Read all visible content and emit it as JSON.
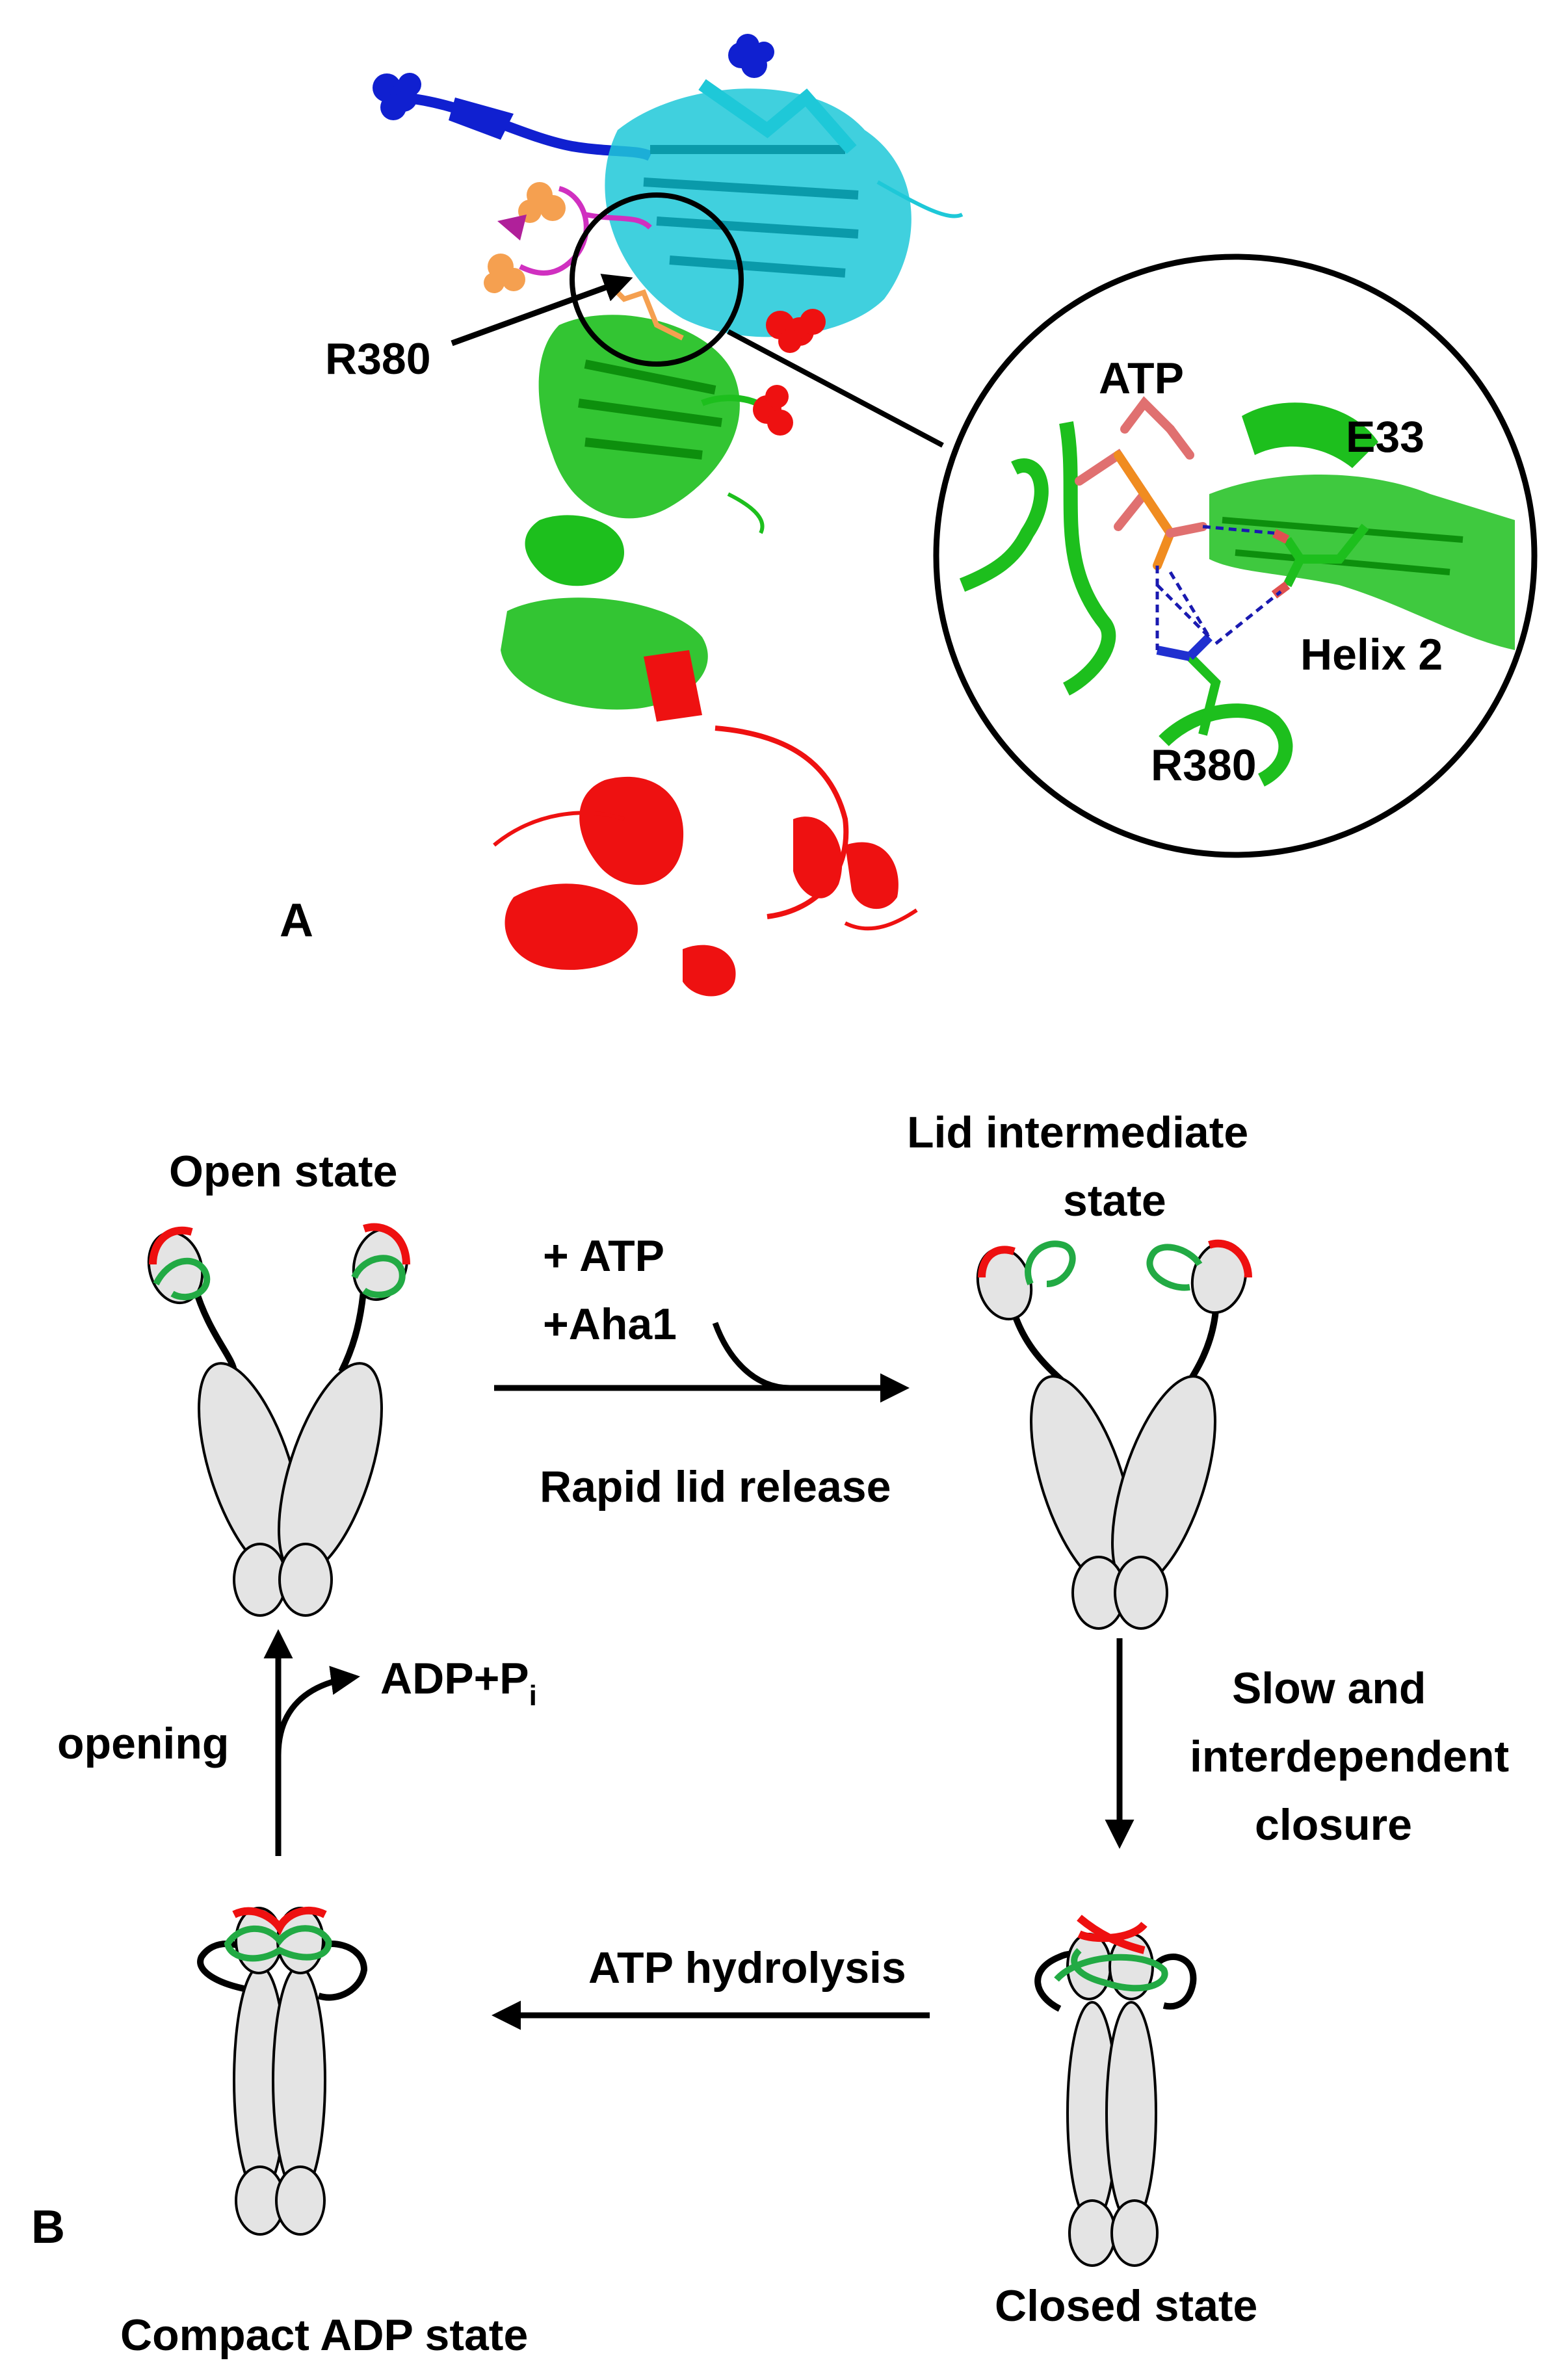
{
  "panel_a": {
    "label": "A",
    "residue_label": "R380",
    "inset": {
      "atp_label": "ATP",
      "glu_label": "E33",
      "helix_label": "Helix 2",
      "arg_label": "R380"
    }
  },
  "panel_b": {
    "label": "B",
    "states": {
      "open": "Open state",
      "lid_line1": "Lid intermediate",
      "lid_line2": "state",
      "closed": "Closed state",
      "compact": "Compact ADP state"
    },
    "transitions": {
      "atp_add": "+ ATP",
      "aha1_add": "+Aha1",
      "lid_release": "Rapid lid release",
      "slow_line1": "Slow and",
      "slow_line2": "interdependent",
      "slow_line3": "closure",
      "hydrolysis": "ATP hydrolysis",
      "opening": "opening",
      "release_main": "ADP+P",
      "release_sub": "i"
    }
  },
  "colors": {
    "n_domain": "#1ec8d8",
    "middle_domain": "#1dbf1d",
    "c_domain": "#ee1111",
    "terminus": "#1020d0",
    "linker": "#d030c0",
    "atp_orange": "#f5a050",
    "schematic_fill": "#e4e4e4",
    "lid_red": "#ee1010",
    "lid_green": "#22aa44"
  }
}
